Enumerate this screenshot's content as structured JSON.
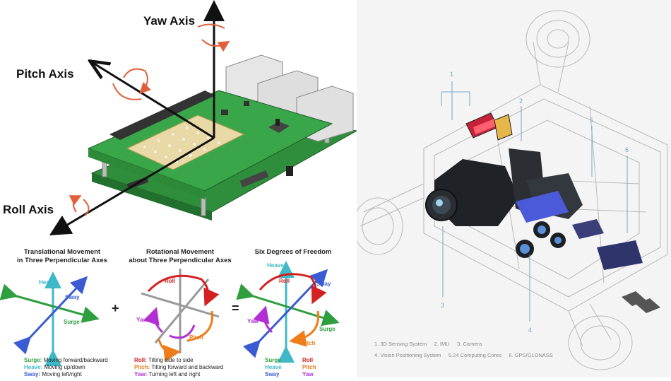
{
  "left": {
    "axes": {
      "yaw": "Yaw Axis",
      "pitch": "Pitch Axis",
      "roll": "Roll Axis"
    },
    "translational": {
      "title_line1": "Translational Movement",
      "title_line2": "in Three Perpendicular Axes",
      "labels": {
        "heave": "Heave",
        "sway": "Sway",
        "surge": "Surge"
      },
      "legend": [
        {
          "term": "Surge:",
          "desc": " Moving forward/backward",
          "color": "#2e9e3e"
        },
        {
          "term": "Heave:",
          "desc": " Moving up/down",
          "color": "#3fb8c8"
        },
        {
          "term": "Sway:",
          "desc": " Moving left/right",
          "color": "#3a5bd1"
        }
      ]
    },
    "plus": "+",
    "rotational": {
      "title_line1": "Rotational Movement",
      "title_line2": "about Three Perpendicular Axes",
      "labels": {
        "roll": "Roll",
        "yaw": "Yaw",
        "pitch": "Pitch"
      },
      "legend": [
        {
          "term": "Roll:",
          "desc": " Tilting side to side",
          "color": "#d42020"
        },
        {
          "term": "Pitch:",
          "desc": " Tilting forward and backward",
          "color": "#ef7d1a"
        },
        {
          "term": "Yaw:",
          "desc": " Turning left and right",
          "color": "#b22fd3"
        }
      ]
    },
    "equals": "=",
    "six_dof": {
      "title": "Six Degrees of Freedom",
      "labels": {
        "heave": "Heave",
        "roll": "Roll",
        "sway": "Sway",
        "yaw": "Yaw",
        "pitch": "Pitch",
        "surge": "Surge"
      },
      "legend_left": [
        "Surge",
        "Heave",
        "Sway"
      ],
      "legend_right": [
        "Roll",
        "Pitch",
        "Yaw"
      ]
    }
  },
  "right": {
    "callouts": [
      "1",
      "2",
      "3",
      "4",
      "5",
      "6"
    ],
    "legend_row1": [
      "1. 3D Sensing System",
      "2. IMU",
      "3. Camera"
    ],
    "legend_row2": [
      "4. Vision Positioning System",
      "5.24 Computing Cores",
      "6. GPS/GLONASS"
    ]
  },
  "colors": {
    "surge": "#2e9e3e",
    "heave": "#3fb8c8",
    "sway": "#3a5bd1",
    "roll": "#d42020",
    "pitch": "#ef7d1a",
    "yaw": "#b22fd3",
    "board": "#3aa64a",
    "arrow_accent": "#e0603a",
    "callout": "#6fa7c8"
  }
}
